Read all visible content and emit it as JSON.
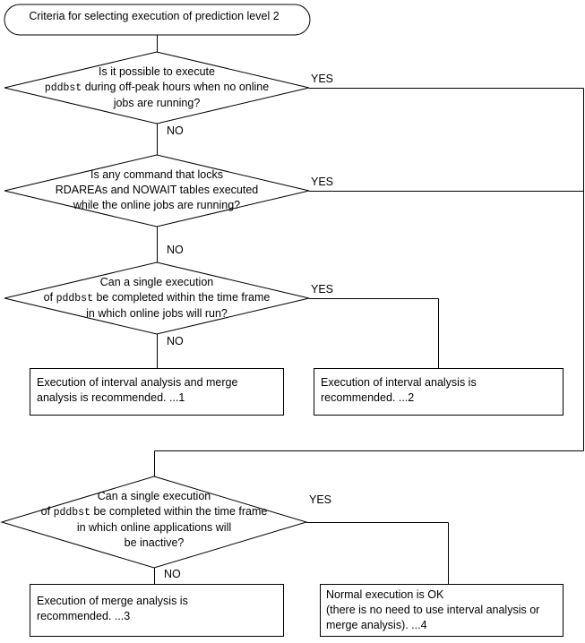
{
  "diagram": {
    "title": "Criteria for selecting execution of prediction level 2",
    "type": "flowchart",
    "terminal": {
      "label": "Criteria for selecting execution of prediction level 2"
    },
    "decisions": [
      {
        "id": "d1",
        "line1": "Is it possible to execute",
        "line2_pre": "",
        "line2_mono": "pddbst",
        "line2_post": " during off-peak hours when no online",
        "line3": "jobs are running?",
        "line4": "",
        "yes_label": "YES",
        "no_label": "NO"
      },
      {
        "id": "d2",
        "line1": "Is any command that locks",
        "line2_pre": "RDAREAs and NOWAIT tables executed",
        "line2_mono": "",
        "line2_post": "",
        "line3": "while the online jobs are running?",
        "line4": "",
        "yes_label": "YES",
        "no_label": "NO"
      },
      {
        "id": "d3",
        "line1": "Can a single execution",
        "line2_pre": "of ",
        "line2_mono": "pddbst",
        "line2_post": " be completed within the time frame",
        "line3": "in which online jobs will run?",
        "line4": "",
        "yes_label": "YES",
        "no_label": "NO"
      },
      {
        "id": "d4",
        "line1": "Can a single execution",
        "line2_pre": "of ",
        "line2_mono": "pddbst",
        "line2_post": " be completed within the time frame",
        "line3": "in which online applications will",
        "line4": "be inactive?",
        "yes_label": "YES",
        "no_label": "NO"
      }
    ],
    "outcomes": [
      {
        "id": "o1",
        "line1": "Execution of interval analysis and merge",
        "line2": "analysis is recommended. ...1",
        "line3": ""
      },
      {
        "id": "o2",
        "line1": "Execution of interval analysis is",
        "line2": "recommended. ...2",
        "line3": ""
      },
      {
        "id": "o3",
        "line1": "Execution of merge analysis is",
        "line2": "recommended. ...3",
        "line3": ""
      },
      {
        "id": "o4",
        "line1": "Normal execution is OK",
        "line2": "(there is no need to use interval analysis or",
        "line3": "merge analysis). ...4"
      }
    ],
    "colors": {
      "stroke": "#000000",
      "background": "#ffffff",
      "text": "#000000"
    }
  }
}
